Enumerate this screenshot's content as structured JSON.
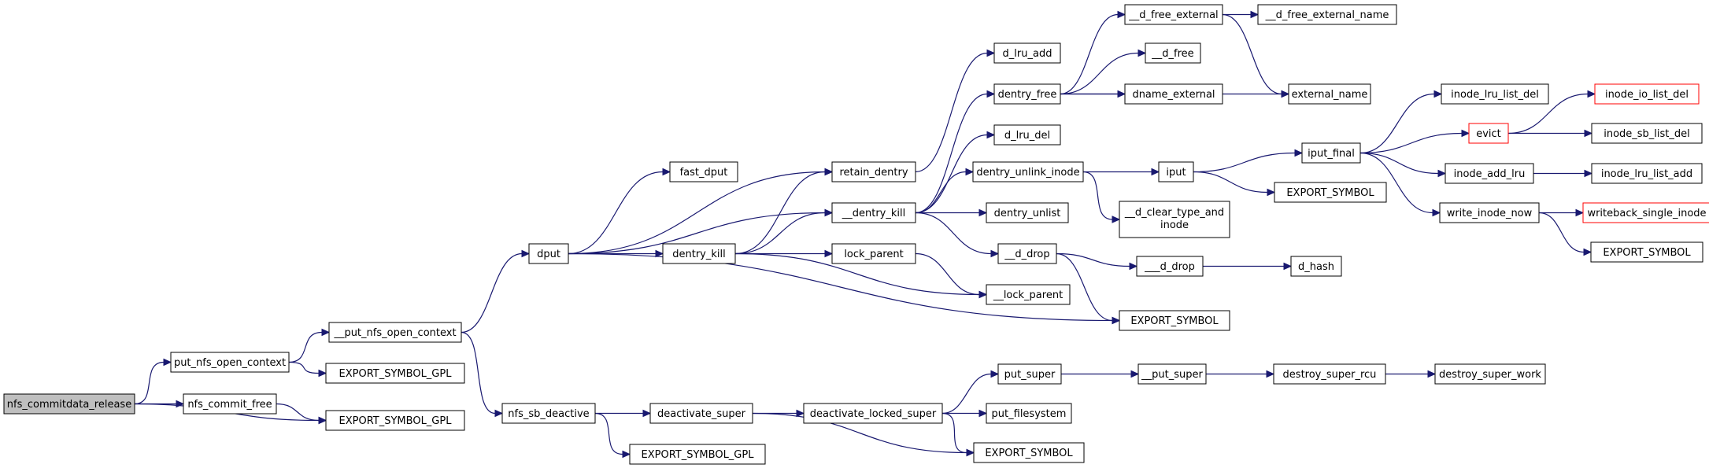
{
  "colors": {
    "edge": "#191970",
    "node_border": "#000000",
    "node_fill": "#ffffff",
    "root_fill": "#bfbfbf",
    "truncated_border": "#ff0000"
  },
  "nodes": [
    {
      "id": "n0",
      "label": "nfs_commitdata_release",
      "style": "root"
    },
    {
      "id": "n1",
      "label": "put_nfs_open_context",
      "style": "normal"
    },
    {
      "id": "n2",
      "label": "nfs_commit_free",
      "style": "normal"
    },
    {
      "id": "n3",
      "label": "EXPORT_SYMBOL_GPL",
      "style": "normal"
    },
    {
      "id": "n4",
      "label": "__put_nfs_open_context",
      "style": "normal"
    },
    {
      "id": "n5",
      "label": "EXPORT_SYMBOL_GPL",
      "style": "normal"
    },
    {
      "id": "n6",
      "label": "dput",
      "style": "normal"
    },
    {
      "id": "n7",
      "label": "nfs_sb_deactive",
      "style": "normal"
    },
    {
      "id": "n8",
      "label": "fast_dput",
      "style": "normal"
    },
    {
      "id": "n9",
      "label": "dentry_kill",
      "style": "normal"
    },
    {
      "id": "n10",
      "label": "deactivate_super",
      "style": "normal"
    },
    {
      "id": "n11",
      "label": "EXPORT_SYMBOL_GPL",
      "style": "normal"
    },
    {
      "id": "n12",
      "label": "retain_dentry",
      "style": "normal"
    },
    {
      "id": "n13",
      "label": "__dentry_kill",
      "style": "normal"
    },
    {
      "id": "n14",
      "label": "lock_parent",
      "style": "normal"
    },
    {
      "id": "n15",
      "label": "deactivate_locked_super",
      "style": "normal"
    },
    {
      "id": "n16",
      "label": "d_lru_add",
      "style": "normal"
    },
    {
      "id": "n17",
      "label": "dentry_free",
      "style": "normal"
    },
    {
      "id": "n18",
      "label": "d_lru_del",
      "style": "normal"
    },
    {
      "id": "n19",
      "label": "dentry_unlink_inode",
      "style": "normal"
    },
    {
      "id": "n20",
      "label": "dentry_unlist",
      "style": "normal"
    },
    {
      "id": "n21",
      "label": "__d_drop",
      "style": "normal"
    },
    {
      "id": "n22",
      "label": "__lock_parent",
      "style": "normal"
    },
    {
      "id": "n23",
      "label": "put_super",
      "style": "normal"
    },
    {
      "id": "n24",
      "label": "put_filesystem",
      "style": "normal"
    },
    {
      "id": "n25",
      "label": "EXPORT_SYMBOL",
      "style": "normal"
    },
    {
      "id": "n26",
      "label": "__d_free_external",
      "style": "normal"
    },
    {
      "id": "n27",
      "label": "__d_free",
      "style": "normal"
    },
    {
      "id": "n28",
      "label": "dname_external",
      "style": "normal"
    },
    {
      "id": "n29",
      "label": "iput",
      "style": "normal"
    },
    {
      "id": "n30",
      "label": "__d_clear_type_and\ninode",
      "style": "normal"
    },
    {
      "id": "n31",
      "label": "___d_drop",
      "style": "normal"
    },
    {
      "id": "n32",
      "label": "EXPORT_SYMBOL",
      "style": "normal"
    },
    {
      "id": "n33",
      "label": "__put_super",
      "style": "normal"
    },
    {
      "id": "n34",
      "label": "__d_free_external_name",
      "style": "normal"
    },
    {
      "id": "n35",
      "label": "external_name",
      "style": "normal"
    },
    {
      "id": "n36",
      "label": "iput_final",
      "style": "normal"
    },
    {
      "id": "n37",
      "label": "EXPORT_SYMBOL",
      "style": "normal"
    },
    {
      "id": "n38",
      "label": "d_hash",
      "style": "normal"
    },
    {
      "id": "n39",
      "label": "destroy_super_rcu",
      "style": "normal"
    },
    {
      "id": "n40",
      "label": "inode_lru_list_del",
      "style": "normal"
    },
    {
      "id": "n41",
      "label": "evict",
      "style": "truncated"
    },
    {
      "id": "n42",
      "label": "inode_add_lru",
      "style": "normal"
    },
    {
      "id": "n43",
      "label": "write_inode_now",
      "style": "normal"
    },
    {
      "id": "n44",
      "label": "destroy_super_work",
      "style": "normal"
    },
    {
      "id": "n45",
      "label": "inode_io_list_del",
      "style": "truncated"
    },
    {
      "id": "n46",
      "label": "inode_sb_list_del",
      "style": "normal"
    },
    {
      "id": "n47",
      "label": "inode_lru_list_add",
      "style": "normal"
    },
    {
      "id": "n48",
      "label": "writeback_single_inode",
      "style": "truncated"
    },
    {
      "id": "n49",
      "label": "EXPORT_SYMBOL",
      "style": "normal"
    }
  ],
  "edges": [
    [
      "n0",
      "n1"
    ],
    [
      "n0",
      "n2"
    ],
    [
      "n0",
      "n3"
    ],
    [
      "n1",
      "n4"
    ],
    [
      "n1",
      "n5"
    ],
    [
      "n2",
      "n3"
    ],
    [
      "n4",
      "n6"
    ],
    [
      "n4",
      "n7"
    ],
    [
      "n6",
      "n8"
    ],
    [
      "n6",
      "n9"
    ],
    [
      "n6",
      "n12"
    ],
    [
      "n6",
      "n13"
    ],
    [
      "n6",
      "n32"
    ],
    [
      "n7",
      "n10"
    ],
    [
      "n7",
      "n11"
    ],
    [
      "n9",
      "n12"
    ],
    [
      "n9",
      "n13"
    ],
    [
      "n9",
      "n14"
    ],
    [
      "n9",
      "n22"
    ],
    [
      "n10",
      "n15"
    ],
    [
      "n10",
      "n25"
    ],
    [
      "n12",
      "n16"
    ],
    [
      "n13",
      "n17"
    ],
    [
      "n13",
      "n18"
    ],
    [
      "n13",
      "n19"
    ],
    [
      "n13",
      "n20"
    ],
    [
      "n13",
      "n21"
    ],
    [
      "n14",
      "n22"
    ],
    [
      "n15",
      "n23"
    ],
    [
      "n15",
      "n24"
    ],
    [
      "n15",
      "n25"
    ],
    [
      "n17",
      "n26"
    ],
    [
      "n17",
      "n27"
    ],
    [
      "n17",
      "n28"
    ],
    [
      "n17",
      "n35"
    ],
    [
      "n19",
      "n29"
    ],
    [
      "n19",
      "n30"
    ],
    [
      "n21",
      "n31"
    ],
    [
      "n21",
      "n32"
    ],
    [
      "n23",
      "n33"
    ],
    [
      "n26",
      "n34"
    ],
    [
      "n26",
      "n35"
    ],
    [
      "n29",
      "n36"
    ],
    [
      "n29",
      "n37"
    ],
    [
      "n31",
      "n38"
    ],
    [
      "n33",
      "n39"
    ],
    [
      "n36",
      "n40"
    ],
    [
      "n36",
      "n41"
    ],
    [
      "n36",
      "n42"
    ],
    [
      "n36",
      "n43"
    ],
    [
      "n39",
      "n44"
    ],
    [
      "n41",
      "n45"
    ],
    [
      "n41",
      "n46"
    ],
    [
      "n42",
      "n47"
    ],
    [
      "n43",
      "n48"
    ],
    [
      "n43",
      "n49"
    ]
  ]
}
